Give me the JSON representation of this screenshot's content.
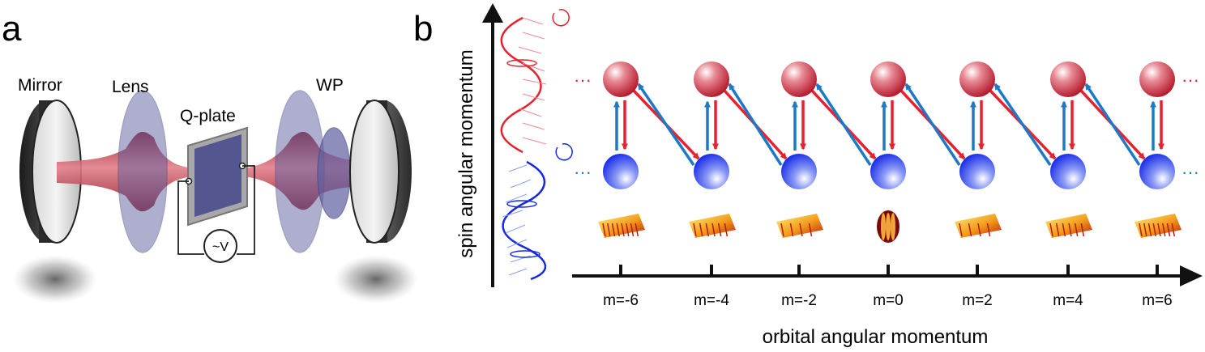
{
  "panel_a": {
    "label": "a",
    "mirror_label": "Mirror",
    "lens_label": "Lens",
    "qplate_label": "Q-plate",
    "wp_label": "WP",
    "voltage_label": "~V"
  },
  "panel_b": {
    "label": "b",
    "y_axis_label": "spin angular momentum",
    "x_axis_label": "orbital angular momentum",
    "ellipsis": "···",
    "ticks": [
      "m=-6",
      "m=-4",
      "m=-2",
      "m=0",
      "m=2",
      "m=4",
      "m=6"
    ]
  },
  "colors": {
    "red_state": "#c8283a",
    "blue_state": "#1428e6",
    "red_arrow": "#e8212f",
    "blue_arrow": "#1e78c8",
    "beam": "#b01e2e",
    "lens": "#6a6aa8",
    "axis": "#111111"
  }
}
